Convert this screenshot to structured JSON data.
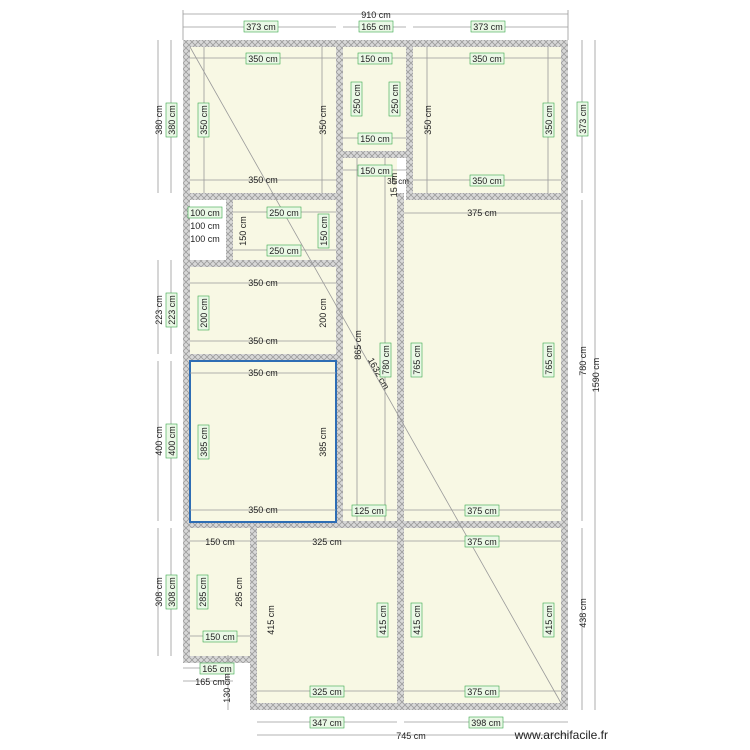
{
  "colors": {
    "room_fill": "#f8f8e4",
    "wall_fill": "#c9c9c9",
    "wall_stroke": "#8a8a8a",
    "dim_line": "#9a9a9a",
    "label_box_fill": "#eaf8e6",
    "label_box_stroke": "#3aa84b",
    "selected_stroke": "#2e6db4",
    "text": "#222222"
  },
  "rooms": [
    {
      "name": "room-top-left",
      "top": "350 cm",
      "bottom": "350 cm",
      "left": "350 cm",
      "right": "350 cm"
    },
    {
      "name": "room-top-middle",
      "top": "150 cm",
      "bottom": "150 cm",
      "left": "250 cm",
      "right": "250 cm"
    },
    {
      "name": "room-top-right",
      "top": "350 cm",
      "bottom": "350 cm",
      "left": "350 cm",
      "right": "350 cm"
    },
    {
      "name": "room-small-closet",
      "top": "250 cm",
      "bottom": "250 cm",
      "left": "150 cm",
      "right": "150 cm"
    },
    {
      "name": "room-mid-left",
      "top": "350 cm",
      "bottom": "350 cm",
      "left": "200 cm",
      "right": "200 cm"
    },
    {
      "name": "room-selected",
      "top": "350 cm",
      "bottom": "350 cm",
      "left": "385 cm",
      "right": "385 cm"
    },
    {
      "name": "room-hallway",
      "top": "150 cm",
      "bottom": "125 cm",
      "left": "865 cm",
      "right": "780 cm"
    },
    {
      "name": "room-large-right",
      "top": "375 cm",
      "bottom": "375 cm",
      "left": "765 cm",
      "right": "765 cm"
    },
    {
      "name": "room-bottom-left",
      "top": "150 cm",
      "bottom": "150 cm",
      "left": "285 cm",
      "right": "285 cm"
    },
    {
      "name": "room-bottom-middle",
      "top": "325 cm",
      "bottom": "325 cm",
      "left": "415 cm",
      "right": "415 cm"
    },
    {
      "name": "room-bottom-right",
      "top": "375 cm",
      "bottom": "375 cm",
      "left": "415 cm",
      "right": "415 cm"
    }
  ],
  "overall": {
    "total_width": "910 cm",
    "top_segments": [
      "373 cm",
      "165 cm",
      "373 cm"
    ],
    "right_total": "1590 cm",
    "right_segments": [
      "373 cm",
      "780 cm",
      "438 cm"
    ],
    "left_segments": [
      "380 cm",
      "223 cm",
      "400 cm",
      "308 cm"
    ],
    "bottom_segments": [
      "347 cm",
      "398 cm"
    ],
    "bottom_total": "745 cm",
    "small_left": [
      "100 cm",
      "100 cm",
      "100 cm"
    ],
    "notch_165a": "165 cm",
    "notch_165b": "165 cm",
    "notch_130": "130 cm",
    "diagonal": "1632 cm",
    "small_15": "15 cm",
    "small_35": "35 cm"
  },
  "watermark": "www.archifacile.fr"
}
